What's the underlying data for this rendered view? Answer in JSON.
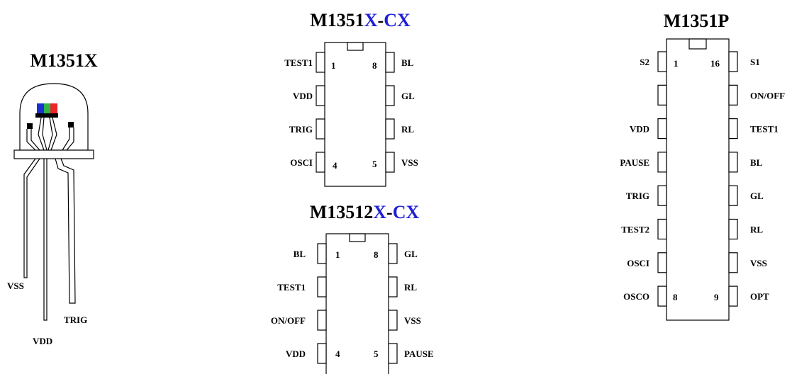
{
  "colors": {
    "accent_blue": "#1f1fd6",
    "led_red": "#e8262b",
    "led_green": "#2fb34a",
    "led_blue": "#1c2fd0"
  },
  "led": {
    "title": "M1351X",
    "labels": {
      "vss": "VSS",
      "vdd": "VDD",
      "trig": "TRIG"
    }
  },
  "chip_a": {
    "title_prefix": "M1351",
    "title_x": "X",
    "title_dash": "-",
    "title_cx": "CX",
    "left_pins": [
      "TEST1",
      "VDD",
      "TRIG",
      "OSCI"
    ],
    "right_pins": [
      "BL",
      "GL",
      "RL",
      "VSS"
    ],
    "num_tl": "1",
    "num_tr": "8",
    "num_bl": "4",
    "num_br": "5"
  },
  "chip_b": {
    "title_prefix": "M13512",
    "title_x": "X",
    "title_dash": "-",
    "title_cx": "CX",
    "left_pins": [
      "BL",
      "TEST1",
      "ON/OFF",
      "VDD"
    ],
    "right_pins": [
      "GL",
      "RL",
      "VSS",
      "PAUSE"
    ],
    "num_tl": "1",
    "num_tr": "8",
    "num_bl": "4",
    "num_br": "5"
  },
  "chip_c": {
    "title": "M1351P",
    "left_pins": [
      "S2",
      "",
      "VDD",
      "PAUSE",
      "TRIG",
      "TEST2",
      "OSCI",
      "OSCO"
    ],
    "right_pins": [
      "S1",
      "ON/OFF",
      "TEST1",
      "BL",
      "GL",
      "RL",
      "VSS",
      "OPT"
    ],
    "num_tl": "1",
    "num_tr": "16",
    "num_bl": "8",
    "num_br": "9"
  }
}
